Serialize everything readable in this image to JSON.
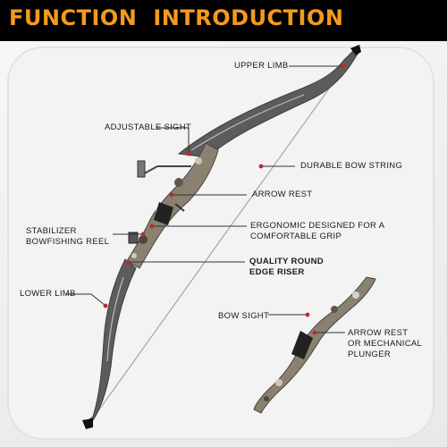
{
  "header": {
    "title_word1": "FUNCTION",
    "title_word2": "INTRODUCTION"
  },
  "labels": {
    "upper_limb": "UPPER LIMB",
    "adjustable_sight": "ADJUSTABLE SIGHT",
    "durable_bow_string": "DURABLE BOW STRING",
    "arrow_rest": "ARROW REST",
    "stabilizer": "STABILIZER",
    "bowfishing_reel": "BOWFISHING REEL",
    "ergonomic_line1": "ERGONOMIC DESIGNED FOR A",
    "ergonomic_line2": "COMFORTABLE GRIP",
    "quality_line1": "QUALITY ROUND",
    "quality_line2": "EDGE RISER",
    "lower_limb": "LOWER LIMB",
    "bow_sight": "BOW SIGHT",
    "arrow_rest2_line1": "ARROW REST",
    "arrow_rest2_line2": "OR MECHANICAL",
    "arrow_rest2_line3": "PLUNGER"
  },
  "colors": {
    "header_bg": "#000000",
    "title": "#f39a1e",
    "pointer_dot": "#c0282d",
    "leader_line": "#333333",
    "limb": "#5c5c5c",
    "riser_camo": "#8a8170"
  },
  "icons": {
    "bow": "recurve-bow-illustration",
    "riser_detail": "riser-closeup-illustration"
  }
}
